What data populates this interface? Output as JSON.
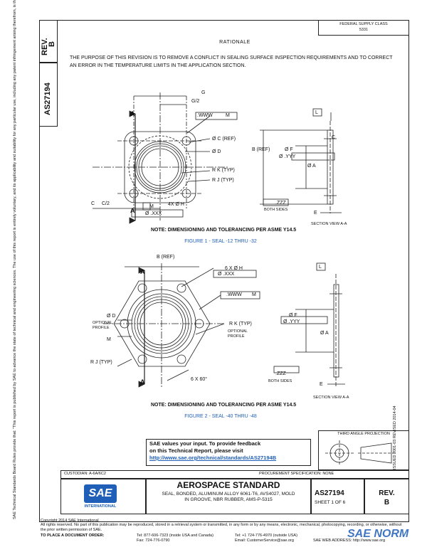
{
  "header": {
    "rev_label": "REV.",
    "rev_value": "B",
    "doc_number": "AS27194",
    "federal_supply": "FEDERAL SUPPLY CLASS",
    "federal_code": "5331",
    "rationale_title": "RATIONALE",
    "rationale_text": "THE PURPOSE OF THIS REVISION IS TO REMOVE A CONFLICT IN SEALING SURFACE INSPECTION REQUIREMENTS AND TO CORRECT AN ERROR IN THE TEMPERATURE LIMITS IN THE APPLICATION SECTION."
  },
  "figure1": {
    "labels": {
      "g": "G",
      "g2": "G/2",
      "wwl": ".WWW",
      "m": "M",
      "c_ref": "Ø C  (REF)",
      "d": "Ø D",
      "rk": "R K  (TYP)",
      "rj": "R J  (TYP)",
      "a": "A",
      "c": "C",
      "c2": "C/2",
      "h4": "4X  Ø H",
      "tol_h": "Ø .XXX",
      "b_ref": "B  (REF)",
      "f": "Ø F",
      "tol_f": "Ø .YYY",
      "ea": "Ø A",
      "zzz": ".ZZZ",
      "both_sides": "BOTH SIDES",
      "e": "E",
      "l": "L",
      "section": "SECTION VIEW A-A"
    },
    "note": "NOTE:  DIMENSIONING AND TOLERANCING PER ASME Y14.5",
    "caption": "FIGURE 1 - SEAL -12 THRU -32"
  },
  "figure2": {
    "labels": {
      "b_ref": "B  (REF)",
      "h6": "6 X  Ø H",
      "tol_h": "Ø .XXX",
      "wwl": ".WWW",
      "m": "M",
      "d": "Ø D",
      "optional_profile": "OPTIONAL PROFILE",
      "rk": "R K  (TYP)",
      "rj": "R J  (TYP)",
      "a": "A",
      "deg": "6 X  60°",
      "f": "Ø F",
      "tol_f": "Ø .YYY",
      "ea": "Ø A",
      "zzz": ".ZZZ",
      "both_sides": "BOTH SIDES",
      "e": "E",
      "l": "L",
      "section": "SECTION VIEW A-A"
    },
    "note": "NOTE:  DIMENSIONING AND TOLERANCING PER ASME Y14.5",
    "caption": "FIGURE 2 - SEAL -40 THRU -48"
  },
  "feedback": {
    "line1": "SAE values your input. To provide feedback",
    "line2": "on this Technical Report, please visit",
    "link": "http://www.sae.org/technical/standards/AS27194B"
  },
  "projection": {
    "label": "THIRD ANGLE PROJECTION"
  },
  "issued": "ISSUED 2001-03   REVISED 2014-04",
  "footer": {
    "custodian": "CUSTODIAN:  A-6A/6C2",
    "procurement": "PROCUREMENT SPECIFICATION:  NONE",
    "standard_title": "AEROSPACE STANDARD",
    "desc": "SEAL, BONDED, ALUMINUM ALLOY 6061-T6, AVS4027, MOLD IN GROOVE, NBR RUBBER, AMS-P-5315",
    "doc_number": "AS27194",
    "sheet": "SHEET 1 OF 6",
    "rev_label": "REV.",
    "rev_value": "B",
    "sae_logo": "SAE",
    "sae_intl": "INTERNATIONAL",
    "copyright": "Copyright 2014 SAE International",
    "rights": "All rights reserved. No part of this publication may be reproduced, stored in a retrieval system or transmitted, in any form or by any means, electronic, mechanical, photocopying, recording, or otherwise, without the prior written permission of SAE.",
    "order_label": "TO PLACE A DOCUMENT ORDER:",
    "tel": "Tel: 877-606-7323 (inside USA and Canada)",
    "tel2": "Tel: +1 724-776-4970 (outside USA)",
    "fax": "Fax: 724-776-0790",
    "email": "Email: CustomerService@sae.org",
    "web": "SAE WEB ADDRESS: http://www.sae.org"
  },
  "side_text": "SAE Technical Standards Board Rules provide that: \"This report is published by SAE to advance the state of technical and engineering sciences. The use of this report is entirely voluntary, and its applicability and suitability for any particular use, including any patent infringement arising therefrom, is the sole responsibility of the user.\" SAE reviews each technical report at least every five years at which time it may be revised, reaffirmed, stabilized, or cancelled. SAE invites your written comments and suggestions.",
  "watermark": "SAE NORM"
}
